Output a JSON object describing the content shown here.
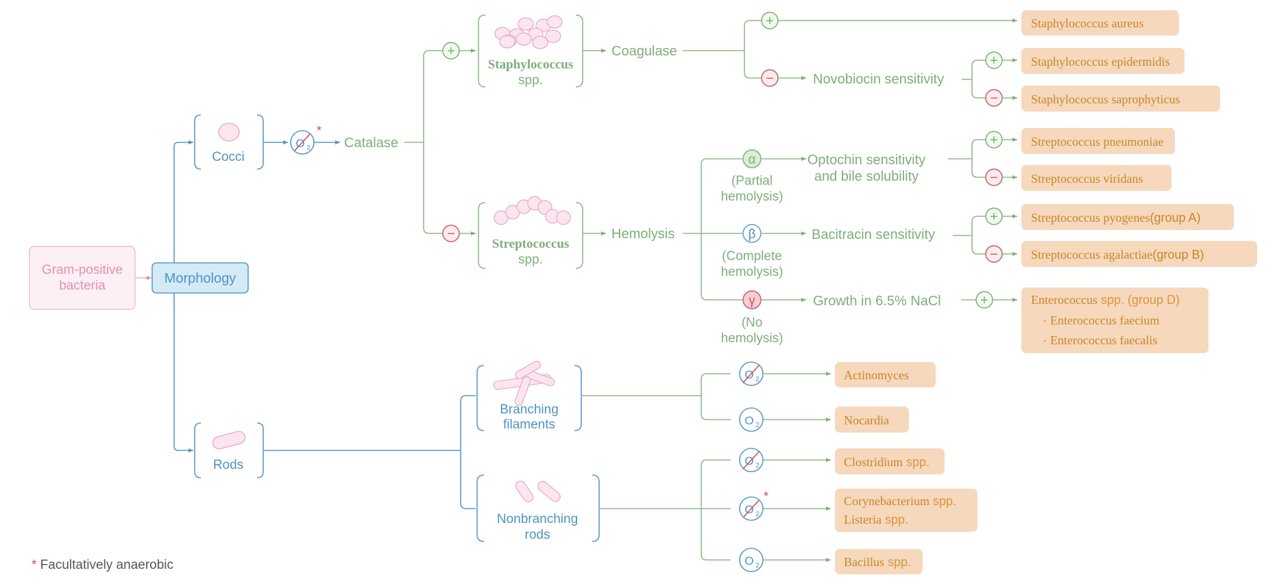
{
  "colors": {
    "green": "#7fae7a",
    "blue": "#4f93c4",
    "pink": "#e58fb1",
    "orange_text": "#c98628",
    "orange_fill": "#f6d8bc",
    "red": "#c95b6b"
  },
  "root": {
    "line1": "Gram-positive",
    "line2": "bacteria"
  },
  "morphology": "Morphology",
  "cocci": "Cocci",
  "rods": "Rods",
  "oxygen": {
    "label": "O",
    "sub": "2",
    "asterisk": "*"
  },
  "catalase": "Catalase",
  "signs": {
    "plus": "+",
    "minus": "−"
  },
  "staph": {
    "name": "Staphylococcus",
    "spp": "spp."
  },
  "strep": {
    "name": "Streptococcus",
    "spp": "spp."
  },
  "coagulase": "Coagulase",
  "novobiocin": "Novobiocin sensitivity",
  "hemolysis": "Hemolysis",
  "alpha": {
    "symbol": "α",
    "line1": "(Partial",
    "line2": "hemolysis)"
  },
  "beta": {
    "symbol": "β",
    "line1": "(Complete",
    "line2": "hemolysis)"
  },
  "gamma": {
    "symbol": "γ",
    "line1": "(No",
    "line2": "hemolysis)"
  },
  "optochin": {
    "line1": "Optochin sensitivity",
    "line2": "and bile solubility"
  },
  "bacitracin": "Bacitracin sensitivity",
  "nacl": "Growth in 6.5% NaCl",
  "results": {
    "staph_aureus": "Staphylococcus aureus",
    "staph_epidermidis": "Staphylococcus epidermidis",
    "staph_saprophyticus": "Staphylococcus saprophyticus",
    "strep_pneumoniae": "Streptococcus pneumoniae",
    "strep_viridans": "Streptococcus viridans",
    "strep_pyogenes": {
      "name": "Streptococcus pyogenes",
      "group": "(group A)"
    },
    "strep_agalactiae": {
      "name": "Streptococcus agalactiae",
      "group": "(group B)"
    },
    "enterococcus": {
      "name": "Enterococcus",
      "rest": " spp. (group D)",
      "item1": "Enterococcus faecium",
      "item2": "Enterococcus faecalis",
      "bullet": "·"
    },
    "actinomyces": "Actinomyces",
    "nocardia": "Nocardia",
    "clostridium": {
      "name": "Clostridium",
      "spp": " spp."
    },
    "corynebacterium": {
      "name": "Corynebacterium",
      "spp": " spp."
    },
    "listeria": {
      "name": "Listeria",
      "spp": " spp."
    },
    "bacillus": {
      "name": "Bacillus",
      "spp": " spp."
    }
  },
  "branching": {
    "line1": "Branching",
    "line2": "filaments"
  },
  "nonbranching": {
    "line1": "Nonbranching",
    "line2": "rods"
  },
  "footnote": {
    "asterisk": "*",
    "text": " Facultatively anaerobic"
  }
}
